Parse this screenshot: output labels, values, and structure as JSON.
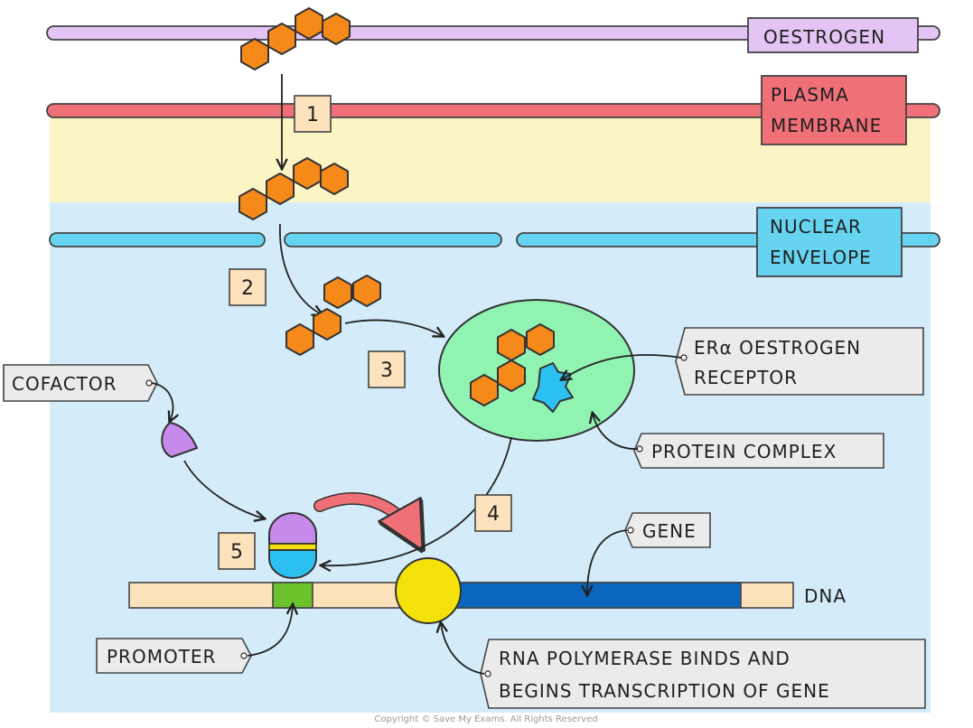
{
  "labels": {
    "oestrogen": "OESTROGEN",
    "plasma_membrane_line1": "PLASMA",
    "plasma_membrane_line2": "MEMBRANE",
    "nuclear_envelope_line1": "NUCLEAR",
    "nuclear_envelope_line2": "ENVELOPE",
    "cofactor": "COFACTOR",
    "er_receptor_line1": "ERα OESTROGEN",
    "er_receptor_line2": "RECEPTOR",
    "protein_complex": "PROTEIN COMPLEX",
    "gene": "GENE",
    "dna": "DNA",
    "promoter": "PROMOTER",
    "rna_polymerase_line1": "RNA POLYMERASE BINDS AND",
    "rna_polymerase_line2": "BEGINS TRANSCRIPTION OF GENE"
  },
  "steps": [
    "1",
    "2",
    "3",
    "4",
    "5"
  ],
  "footer": "Copyright © Save My Exams. All Rights Reserved",
  "colors": {
    "oestrogen_bar": "#e4c4f4",
    "plasma_membrane": "#f07078",
    "cytoplasm": "#fbf4c4",
    "nucleus": "#d4ecfa",
    "nuclear_envelope": "#66d4f0",
    "oestrogen_molecule": "#f5891a",
    "protein_complex": "#90f3b2",
    "receptor": "#2cc0f0",
    "cofactor": "#c68bea",
    "promoter": "#6cc22c",
    "gene": "#0b67bd",
    "dna": "#fbe2ba",
    "rna_polymerase": "#f5e10a",
    "arrow_red": "#f07078"
  }
}
